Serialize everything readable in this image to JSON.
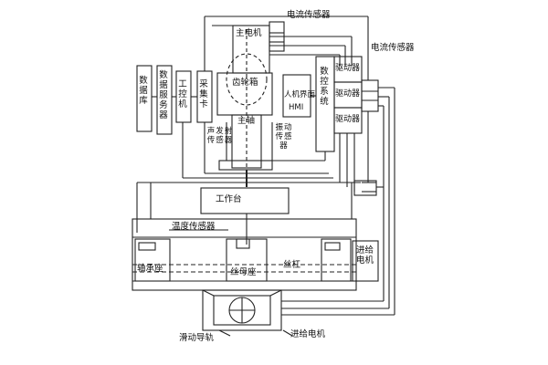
{
  "labels": {
    "database": "数据库",
    "data_server": "数据服务器",
    "industrial_pc": "工控机",
    "acquisition_card": "采集卡",
    "main_motor": "主电机",
    "current_sensor_top": "电流传感器",
    "current_sensor_right": "电流传感器",
    "gearbox": "齿轮箱",
    "spindle": "主轴",
    "hmi_cn": "人机界面",
    "hmi_en": "HMI",
    "cnc_system": "数控系统",
    "driver_1": "驱动器",
    "driver_2": "驱动器",
    "driver_3": "驱动器",
    "acoustic_sensor": "声发射传感器",
    "vibration_sensor": "振动传感器",
    "worktable": "工作台",
    "temperature_sensor": "温度传感器",
    "bearing_seat": "轴承座",
    "nut_seat": "丝母座",
    "lead_screw": "丝杠",
    "feed_motor_right": "进给电机",
    "slide_rail": "滑动导轨",
    "feed_motor_bottom": "进给电机"
  }
}
